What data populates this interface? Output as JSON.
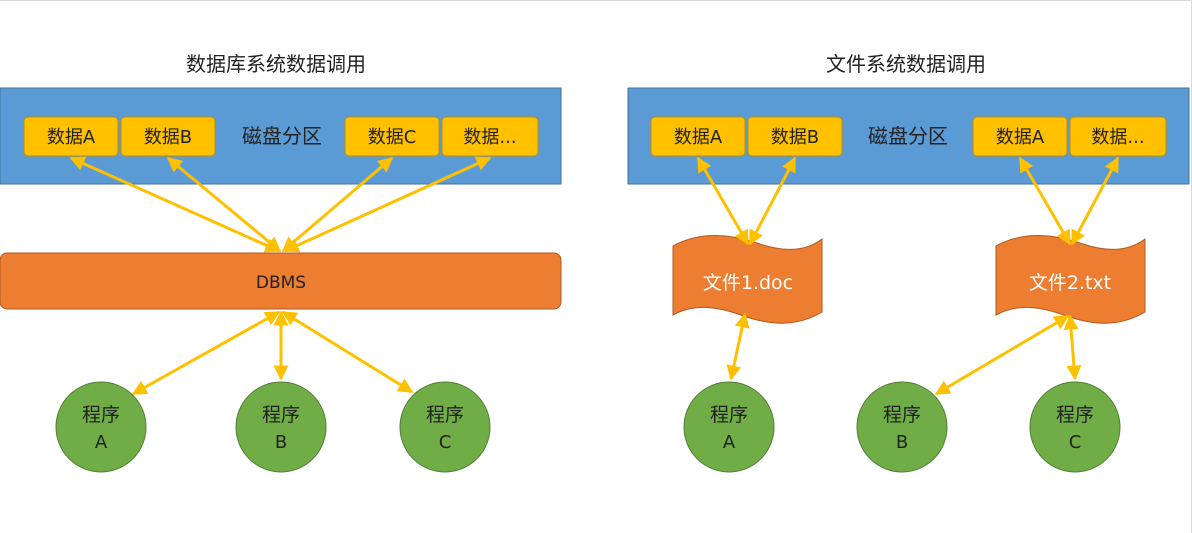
{
  "left": {
    "title": "数据库系统数据调用",
    "partition_label": "磁盘分区",
    "data_blocks": [
      "数据A",
      "数据B",
      "数据C",
      "数据..."
    ],
    "dbms_label": "DBMS",
    "programs": [
      {
        "line1": "程序",
        "line2": "A"
      },
      {
        "line1": "程序",
        "line2": "B"
      },
      {
        "line1": "程序",
        "line2": "C"
      }
    ]
  },
  "right": {
    "title": "文件系统数据调用",
    "partition_label": "磁盘分区",
    "data_blocks": [
      "数据A",
      "数据B",
      "数据A",
      "数据..."
    ],
    "files": [
      "文件1.doc",
      "文件2.txt"
    ],
    "programs": [
      {
        "line1": "程序",
        "line2": "A"
      },
      {
        "line1": "程序",
        "line2": "B"
      },
      {
        "line1": "程序",
        "line2": "C"
      }
    ]
  },
  "colors": {
    "partition_fill": "#5b9bd5",
    "partition_stroke": "#41719c",
    "data_fill": "#ffc000",
    "data_stroke": "#bf9000",
    "dbms_fill": "#ed7d31",
    "dbms_stroke": "#ae5a21",
    "program_fill": "#70ad47",
    "program_stroke": "#507e32",
    "arrow": "#ffc000"
  }
}
